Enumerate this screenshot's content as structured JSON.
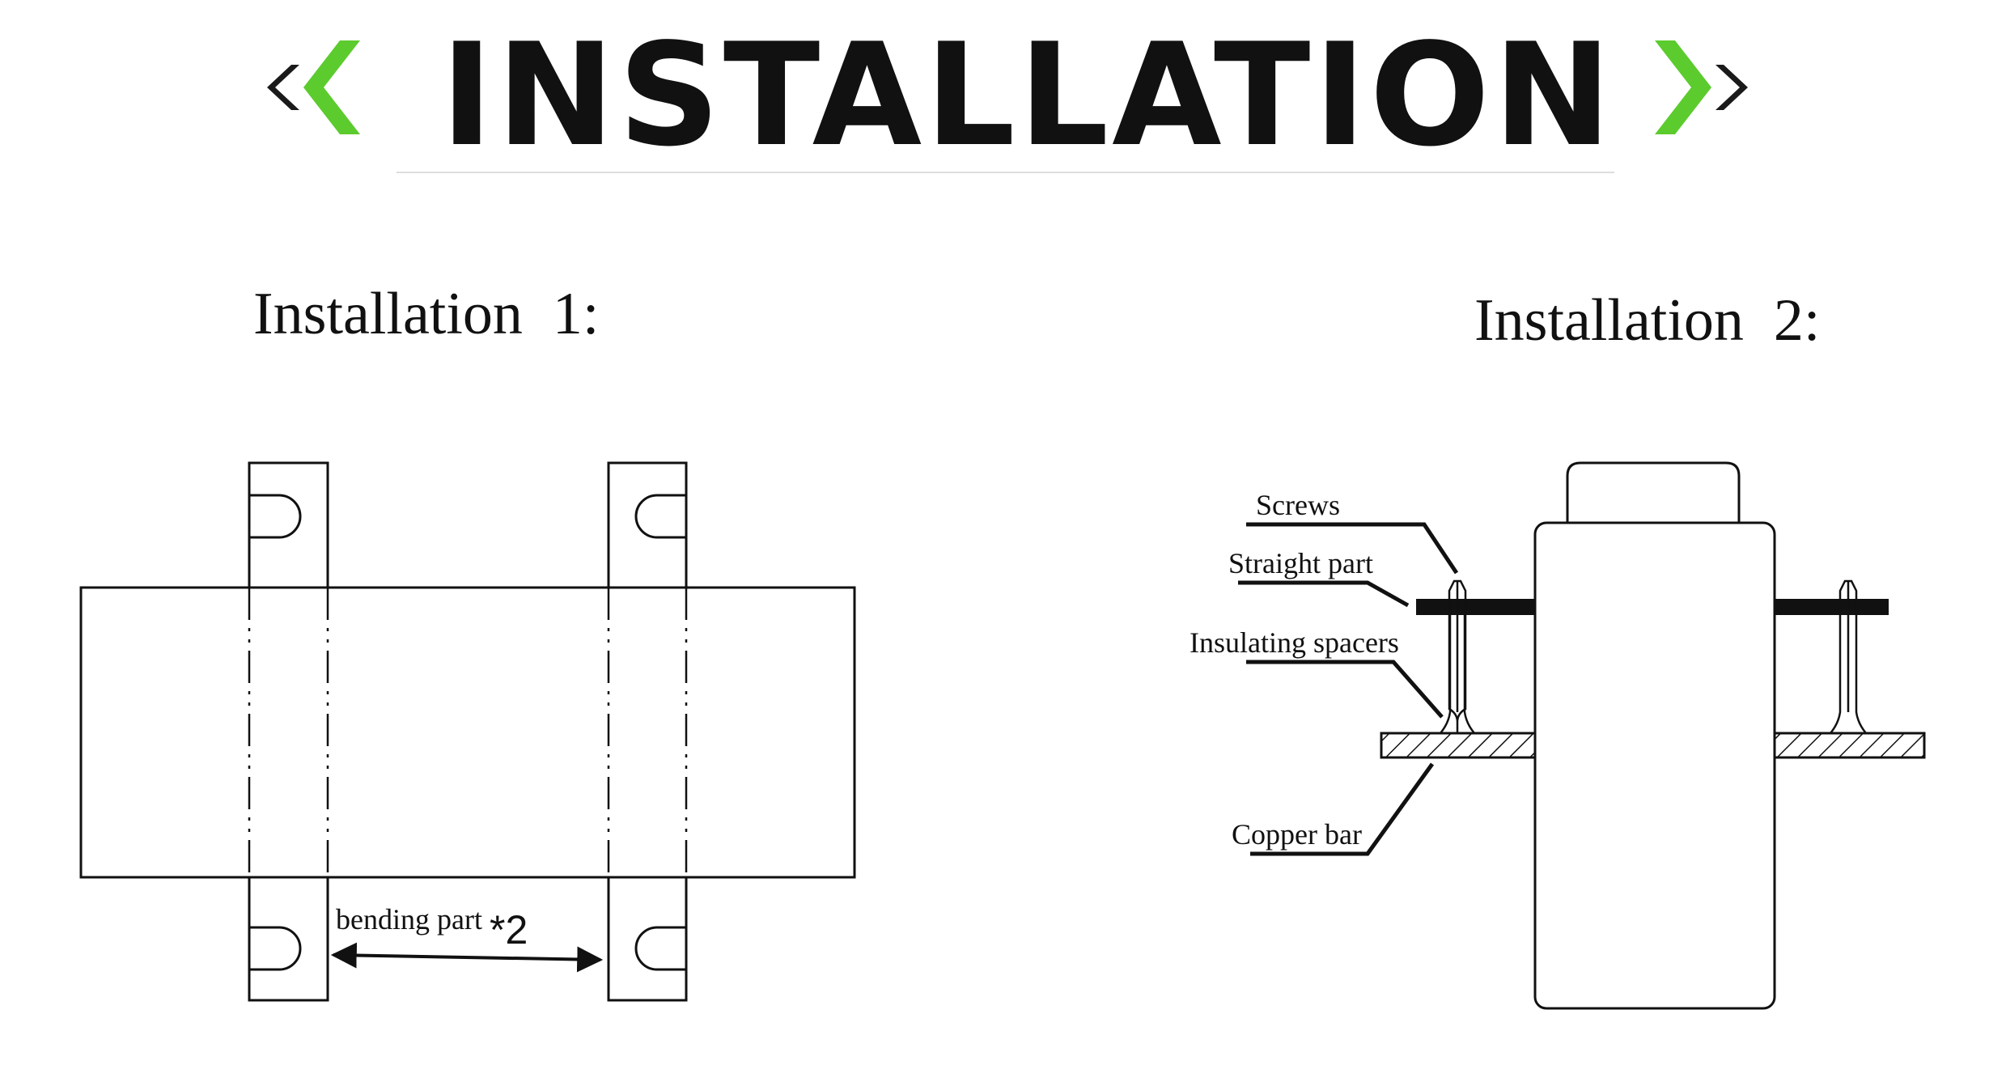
{
  "header": {
    "title": "INSTALLATION",
    "accent_color": "#5ccb2e",
    "dark_color": "#1a1a1a"
  },
  "installation1": {
    "heading": "Installation  1:",
    "bending_label": "bending part",
    "bending_suffix": "*2"
  },
  "installation2": {
    "heading": "Installation  2:",
    "labels": {
      "screws": "Screws",
      "straight": "Straight part",
      "spacers": "Insulating spacers",
      "copper": "Copper bar"
    }
  }
}
